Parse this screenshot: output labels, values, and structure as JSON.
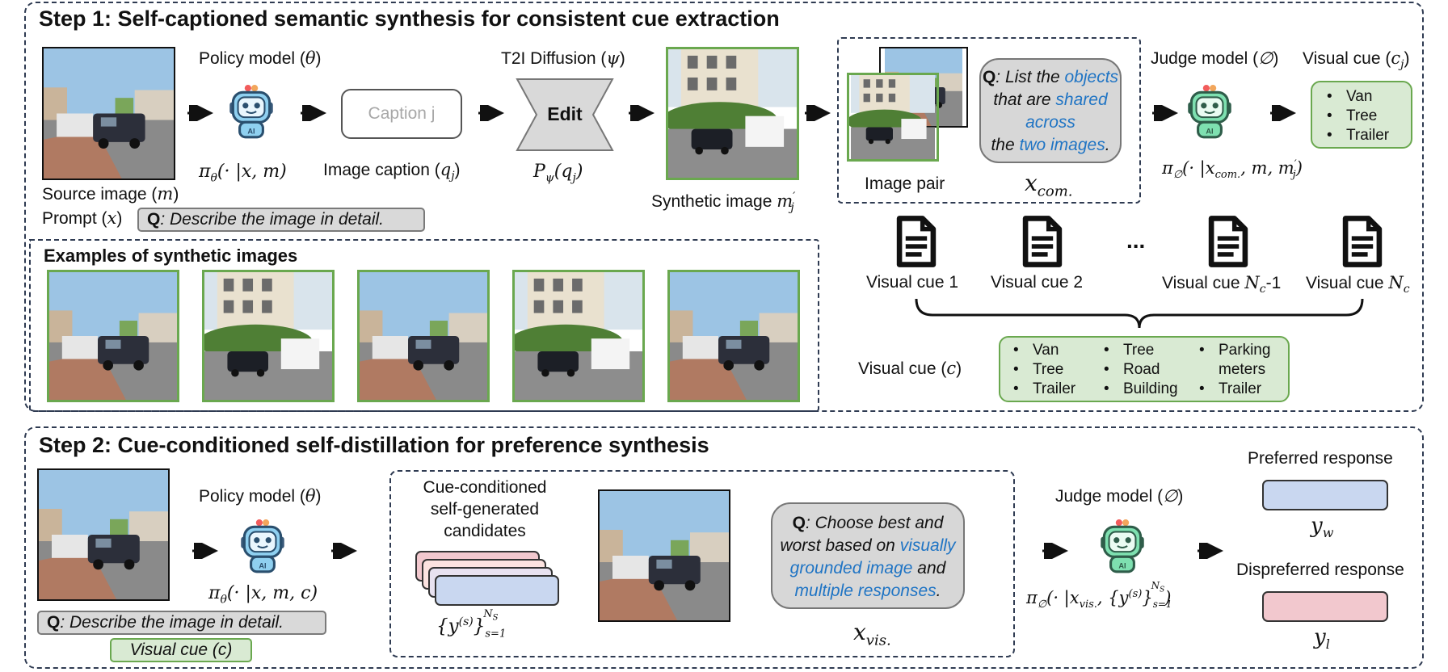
{
  "step1": {
    "title": "Step 1: Self-captioned semantic synthesis for consistent cue extraction",
    "source_label": "Source image (",
    "source_var": "m",
    "prompt_label": "Prompt (",
    "prompt_var": "x",
    "prompt_q_prefix": "Q",
    "prompt_q_text": ": Describe the image in detail.",
    "policy_label": "Policy model (",
    "policy_var": "θ",
    "policy_formula": "π",
    "policy_formula_sub": "θ",
    "policy_formula_args": "(· |x, m)",
    "caption_box": "Caption j",
    "caption_label": "Image caption (",
    "caption_var": "q",
    "caption_sub": "j",
    "t2i_label": "T2I Diffusion (",
    "t2i_var": "ψ",
    "edit_label": "Edit",
    "t2i_formula": "P",
    "t2i_formula_sub": "ψ",
    "t2i_formula_args_pre": "(q",
    "t2i_formula_args_sub": "j",
    "synthetic_label": "Synthetic image ",
    "synthetic_var": "m",
    "synthetic_sub": "j",
    "synthetic_sup": "′",
    "pair_label": "Image pair",
    "pair_q": {
      "prefix": "Q",
      "part1": ": List the ",
      "part2": "objects",
      "part3": " that are ",
      "part4": "shared across",
      "part5": " the ",
      "part6": "two images",
      "part7": "."
    },
    "x_com": "x",
    "x_com_sub": "com.",
    "judge_label": "Judge model (",
    "judge_var": "∅",
    "judge_formula": "π",
    "judge_formula_sub": "∅",
    "judge_formula_args": "(· |x",
    "judge_formula_args_sub": "com.",
    "judge_formula_args2": ", m, m",
    "judge_formula_args2_sub": "j",
    "judge_formula_args2_sup": "′",
    "visual_cue_j_label": "Visual cue (",
    "visual_cue_j_var": "c",
    "visual_cue_j_sub": "j",
    "visual_cue_j_items": [
      "Van",
      "Tree",
      "Trailer"
    ],
    "examples_title": "Examples of synthetic images",
    "cues": {
      "cue1": "Visual cue 1",
      "cue2": "Visual cue 2",
      "dots": "...",
      "cue3": "Visual cue ",
      "cue3_var": "N",
      "cue3_sub": "c",
      "cue3_suffix": "-1",
      "cue4": "Visual cue ",
      "cue4_var": "N",
      "cue4_sub": "c"
    },
    "visual_cue_c_label": "Visual cue (",
    "visual_cue_c_var": "c",
    "visual_cue_c_cols": [
      [
        "Van",
        "Tree",
        "Trailer"
      ],
      [
        "Tree",
        "Road",
        "Building"
      ],
      [
        "Parking",
        "meters",
        "Trailer"
      ]
    ]
  },
  "step2": {
    "title": "Step 2: Cue-conditioned self-distillation for preference synthesis",
    "policy_label": "Policy model (",
    "policy_var": "θ",
    "policy_formula": "π",
    "policy_formula_sub": "θ",
    "policy_formula_args": "(· |x, m, c)",
    "q_prefix": "Q",
    "q_text": ": Describe the image in detail.",
    "visual_cue_pill": "Visual cue (c)",
    "candidates_label": [
      "Cue-conditioned",
      "self-generated",
      "candidates"
    ],
    "candidates_formula": "{y",
    "candidates_formula_sup": "(s)",
    "candidates_formula_close": "}",
    "candidates_formula_sub": "s=1",
    "candidates_formula_sup2": "N",
    "candidates_formula_sup2_sub": "S",
    "q2": {
      "prefix": "Q",
      "part1": ": Choose best and worst based on ",
      "part2": "visually grounded image",
      "part3": " and ",
      "part4": "multiple responses",
      "part5": "."
    },
    "x_vis": "x",
    "x_vis_sub": "vis.",
    "judge_label": "Judge model (",
    "judge_var": "∅",
    "judge_formula": "π",
    "judge_formula_sub": "∅",
    "judge_formula_args": "(· |x",
    "judge_formula_args_sub": "vis.",
    "judge_formula_args2": ", {y",
    "judge_formula_args2_sup": "(s)",
    "judge_formula_args3": "}",
    "judge_formula_args3_sub": "s=1",
    "judge_formula_args3_sup": "N",
    "judge_formula_args3_sup_sub": "S",
    "preferred_label": "Preferred response",
    "preferred_var": "y",
    "preferred_sub": "w",
    "dispreferred_label": "Dispreferred response",
    "dispreferred_var": "y",
    "dispreferred_sub": "l"
  },
  "colors": {
    "panel_border": "#2f3b52",
    "green": "#6aa84f",
    "green_fill": "#d9ead3",
    "blue_text": "#1f74c4",
    "preferred_fill": "#c9d7f0",
    "dispreferred_fill": "#f2c8ce",
    "robot_blue": "#8fd0f0",
    "robot_green": "#7ee0b0"
  },
  "icons": [
    "robot-icon",
    "document-icon",
    "arrow-right-icon",
    "brace-icon"
  ]
}
